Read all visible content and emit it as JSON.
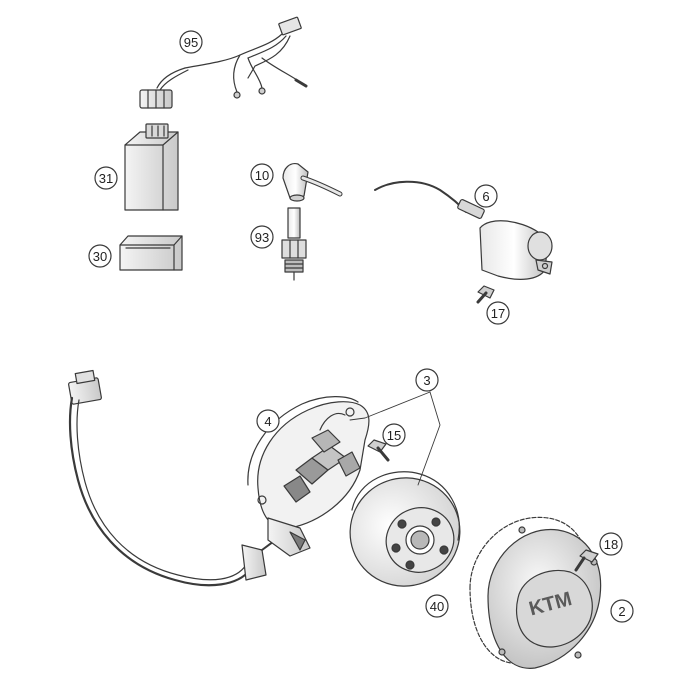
{
  "diagram": {
    "callouts": [
      {
        "id": "95",
        "label": "95"
      },
      {
        "id": "31",
        "label": "31"
      },
      {
        "id": "30",
        "label": "30"
      },
      {
        "id": "10",
        "label": "10"
      },
      {
        "id": "93",
        "label": "93"
      },
      {
        "id": "6",
        "label": "6"
      },
      {
        "id": "17",
        "label": "17"
      },
      {
        "id": "3",
        "label": "3"
      },
      {
        "id": "4",
        "label": "4"
      },
      {
        "id": "15",
        "label": "15"
      },
      {
        "id": "18",
        "label": "18"
      },
      {
        "id": "40",
        "label": "40"
      },
      {
        "id": "2",
        "label": "2"
      }
    ],
    "cover_logo": "KTM",
    "colors": {
      "line": "#3a3a3a",
      "shade": "#cfcfcf",
      "dark": "#8a8a8a",
      "background": "#ffffff"
    }
  }
}
